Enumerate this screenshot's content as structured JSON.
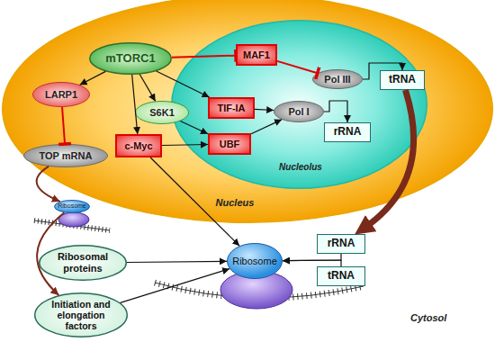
{
  "diagram": {
    "nodes": [
      {
        "text": [
          "Nucleus"
        ]
      },
      {
        "text": [
          "Nucleolus"
        ],
        "in": 0
      },
      {
        "text": [
          "mTORC1"
        ],
        "in": 0
      },
      {
        "text": [
          "MAF1"
        ],
        "in": 1
      },
      {
        "text": [
          "Pol III"
        ],
        "in": 1
      },
      {
        "text": [
          "tRNA"
        ],
        "in": 1
      },
      {
        "text": [
          "LARP1"
        ],
        "in": 0
      },
      {
        "text": [
          "TIF-IA"
        ],
        "in": 1
      },
      {
        "text": [
          "S6K1"
        ],
        "in": 0
      },
      {
        "text": [
          "Pol I"
        ],
        "in": 1
      },
      {
        "text": [
          "rRNA"
        ],
        "in": 1
      },
      {
        "text": [
          "UBF"
        ],
        "in": 1
      },
      {
        "text": [
          "c-Myc"
        ],
        "in": 0
      },
      {
        "text": [
          "TOP mRNA"
        ],
        "in": 0
      },
      {
        "text": [
          "Ribosome"
        ]
      },
      {
        "text": [
          "Ribosomal proteins"
        ]
      },
      {
        "text": [
          "Ribosome"
        ]
      },
      {
        "text": [
          "rRNA"
        ]
      },
      {
        "text": [
          "tRNA"
        ]
      },
      {
        "text": [
          "Initiation and elongation factors"
        ]
      }
    ],
    "edges": [
      {
        "from": 2,
        "to": 6,
        "arrow": "to"
      },
      {
        "from": 2,
        "to": 3,
        "arrow": "to"
      },
      {
        "from": 3,
        "to": 4,
        "arrow": "to"
      },
      {
        "from": 4,
        "to": 5,
        "arrow": "to"
      },
      {
        "from": 2,
        "to": 7,
        "arrow": "to"
      },
      {
        "from": 2,
        "to": 8,
        "arrow": "to"
      },
      {
        "from": 2,
        "to": 12,
        "arrow": "to"
      },
      {
        "from": 6,
        "to": 13,
        "arrow": "to"
      },
      {
        "from": 8,
        "to": 11,
        "arrow": "to"
      },
      {
        "from": 7,
        "to": 9,
        "arrow": "to"
      },
      {
        "from": 11,
        "to": 9,
        "arrow": "to"
      },
      {
        "from": 9,
        "to": 10,
        "arrow": "to"
      },
      {
        "from": 12,
        "to": 11,
        "arrow": "to"
      },
      {
        "from": 12,
        "to": 16,
        "arrow": "to"
      },
      {
        "from": 13,
        "to": 14,
        "arrow": "to"
      },
      {
        "from": 14,
        "to": 19,
        "arrow": "to"
      },
      {
        "from": 15,
        "to": 16,
        "arrow": "to"
      },
      {
        "from": 19,
        "to": 16,
        "arrow": "to"
      },
      {
        "from": 17,
        "to": 16,
        "arrow": "to"
      },
      {
        "from": 18,
        "to": 16,
        "arrow": "to"
      },
      {
        "from": 5,
        "to": 17,
        "arrow": "to"
      }
    ],
    "labels": [
      "Cytosol"
    ]
  }
}
